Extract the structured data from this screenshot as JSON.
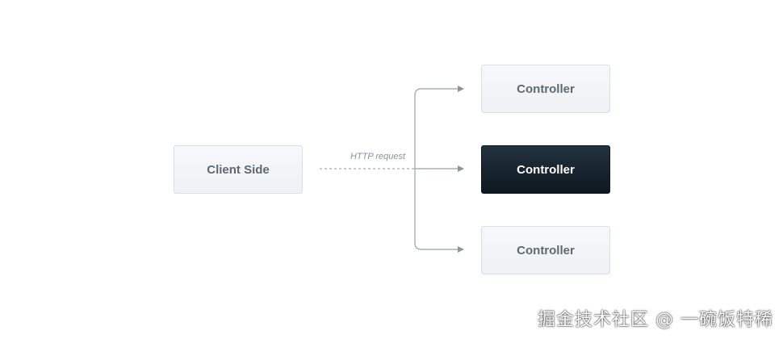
{
  "nodes": {
    "client": "Client Side",
    "controllers": [
      "Controller",
      "Controller",
      "Controller"
    ]
  },
  "edge": {
    "label": "HTTP request"
  },
  "watermark": "掘金技术社区 @ 一碗饭特稀",
  "colors": {
    "light_node_bg": "#f2f4f7",
    "light_node_text": "#5e6872",
    "dark_node_bg": "#15222c",
    "dark_node_text": "#ffffff",
    "connector": "#9aa0a6"
  }
}
